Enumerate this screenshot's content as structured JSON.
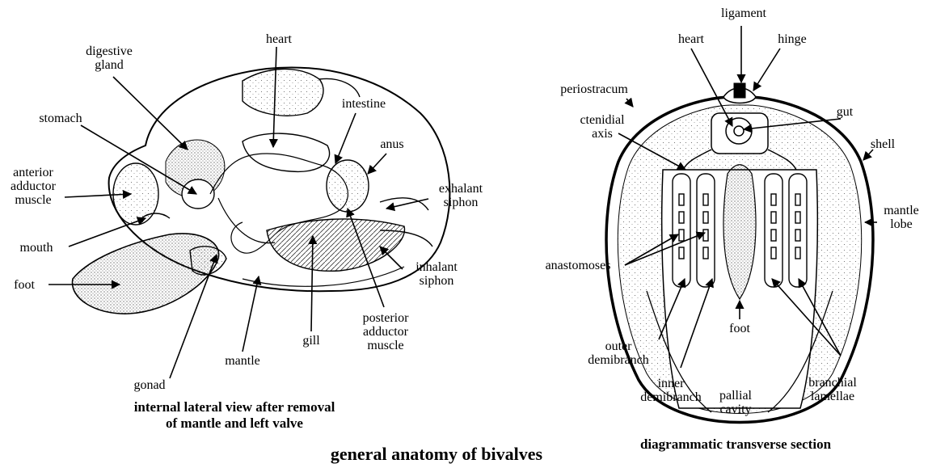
{
  "title": "general anatomy of bivalves",
  "left_view": {
    "caption": "internal lateral view after removal\nof mantle and left valve",
    "labels": {
      "digestive_gland": "digestive\ngland",
      "heart": "heart",
      "intestine": "intestine",
      "anus": "anus",
      "stomach": "stomach",
      "anterior_adductor_muscle": "anterior\nadductor\nmuscle",
      "exhalant_siphon": "exhalant\nsiphon",
      "mouth": "mouth",
      "inhalant_siphon": "inhalant\nsiphon",
      "foot": "foot",
      "gill": "gill",
      "posterior_adductor_muscle": "posterior\nadductor\nmuscle",
      "mantle": "mantle",
      "gonad": "gonad"
    }
  },
  "right_view": {
    "caption": "diagrammatic transverse section",
    "labels": {
      "ligament": "ligament",
      "heart": "heart",
      "hinge": "hinge",
      "periostracum": "periostracum",
      "gut": "gut",
      "ctenidial_axis": "ctenidial\naxis",
      "shell": "shell",
      "mantle_lobe": "mantle\nlobe",
      "anastomoses": "anastomoses",
      "foot": "foot",
      "outer_demibranch": "outer\ndemibranch",
      "inner_demibranch": "inner\ndemibranch",
      "pallial_cavity": "pallial\ncavity",
      "branchial_lamellae": "branchial\nlamellae"
    }
  }
}
